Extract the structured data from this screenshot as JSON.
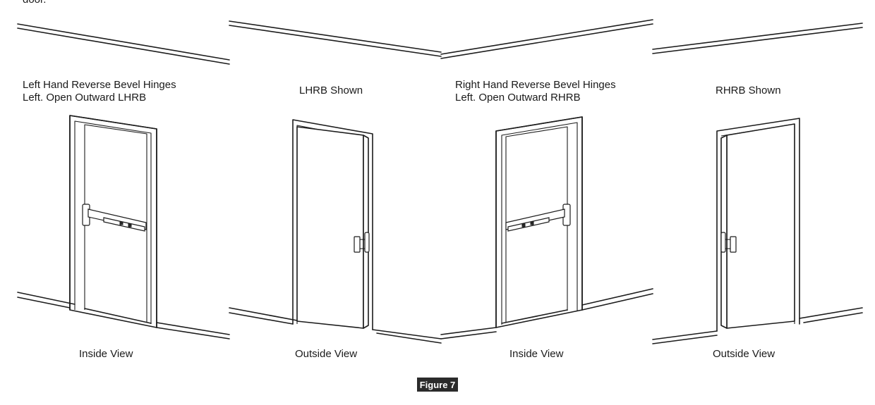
{
  "top_fragment": "door.",
  "panels": [
    {
      "header_line1": "Left Hand Reverse Bevel Hinges",
      "header_line2": "Left. Open Outward LHRB",
      "footer": "Inside View"
    },
    {
      "header_line1": "LHRB Shown",
      "header_line2": "",
      "footer": "Outside View"
    },
    {
      "header_line1": "Right Hand Reverse Bevel Hinges",
      "header_line2": "Left. Open Outward RHRB",
      "footer": "Inside View"
    },
    {
      "header_line1": "RHRB Shown",
      "header_line2": "",
      "footer": "Outside View"
    }
  ],
  "figure_label": "Figure 7"
}
